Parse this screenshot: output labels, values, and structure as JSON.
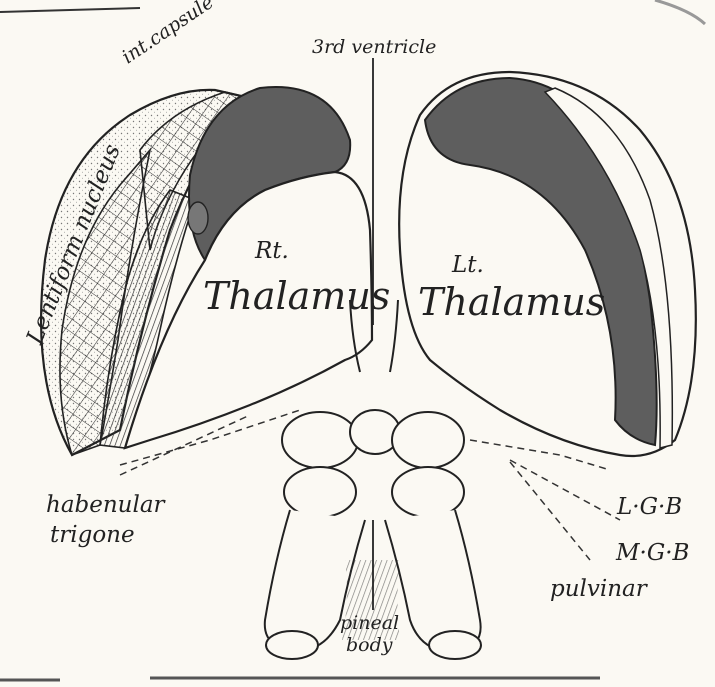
{
  "labels": {
    "third_ventricle": "3rd ventricle",
    "int_capsule": "int.capsule",
    "lentiform_nucleus": "Lentiform nucleus",
    "rt": "Rt.",
    "rt_thalamus": "Thalamus",
    "lt": "Lt.",
    "lt_thalamus": "Thalamus",
    "habenular": "habenular",
    "trigone": "trigone",
    "lgb": "L·G·B",
    "mgb": "M·G·B",
    "pulvinar": "pulvinar",
    "pineal": "pineal",
    "body": "body"
  },
  "colors": {
    "ink": "#222222",
    "shade": "#5e5e5e",
    "paper": "#fbf9f3"
  }
}
